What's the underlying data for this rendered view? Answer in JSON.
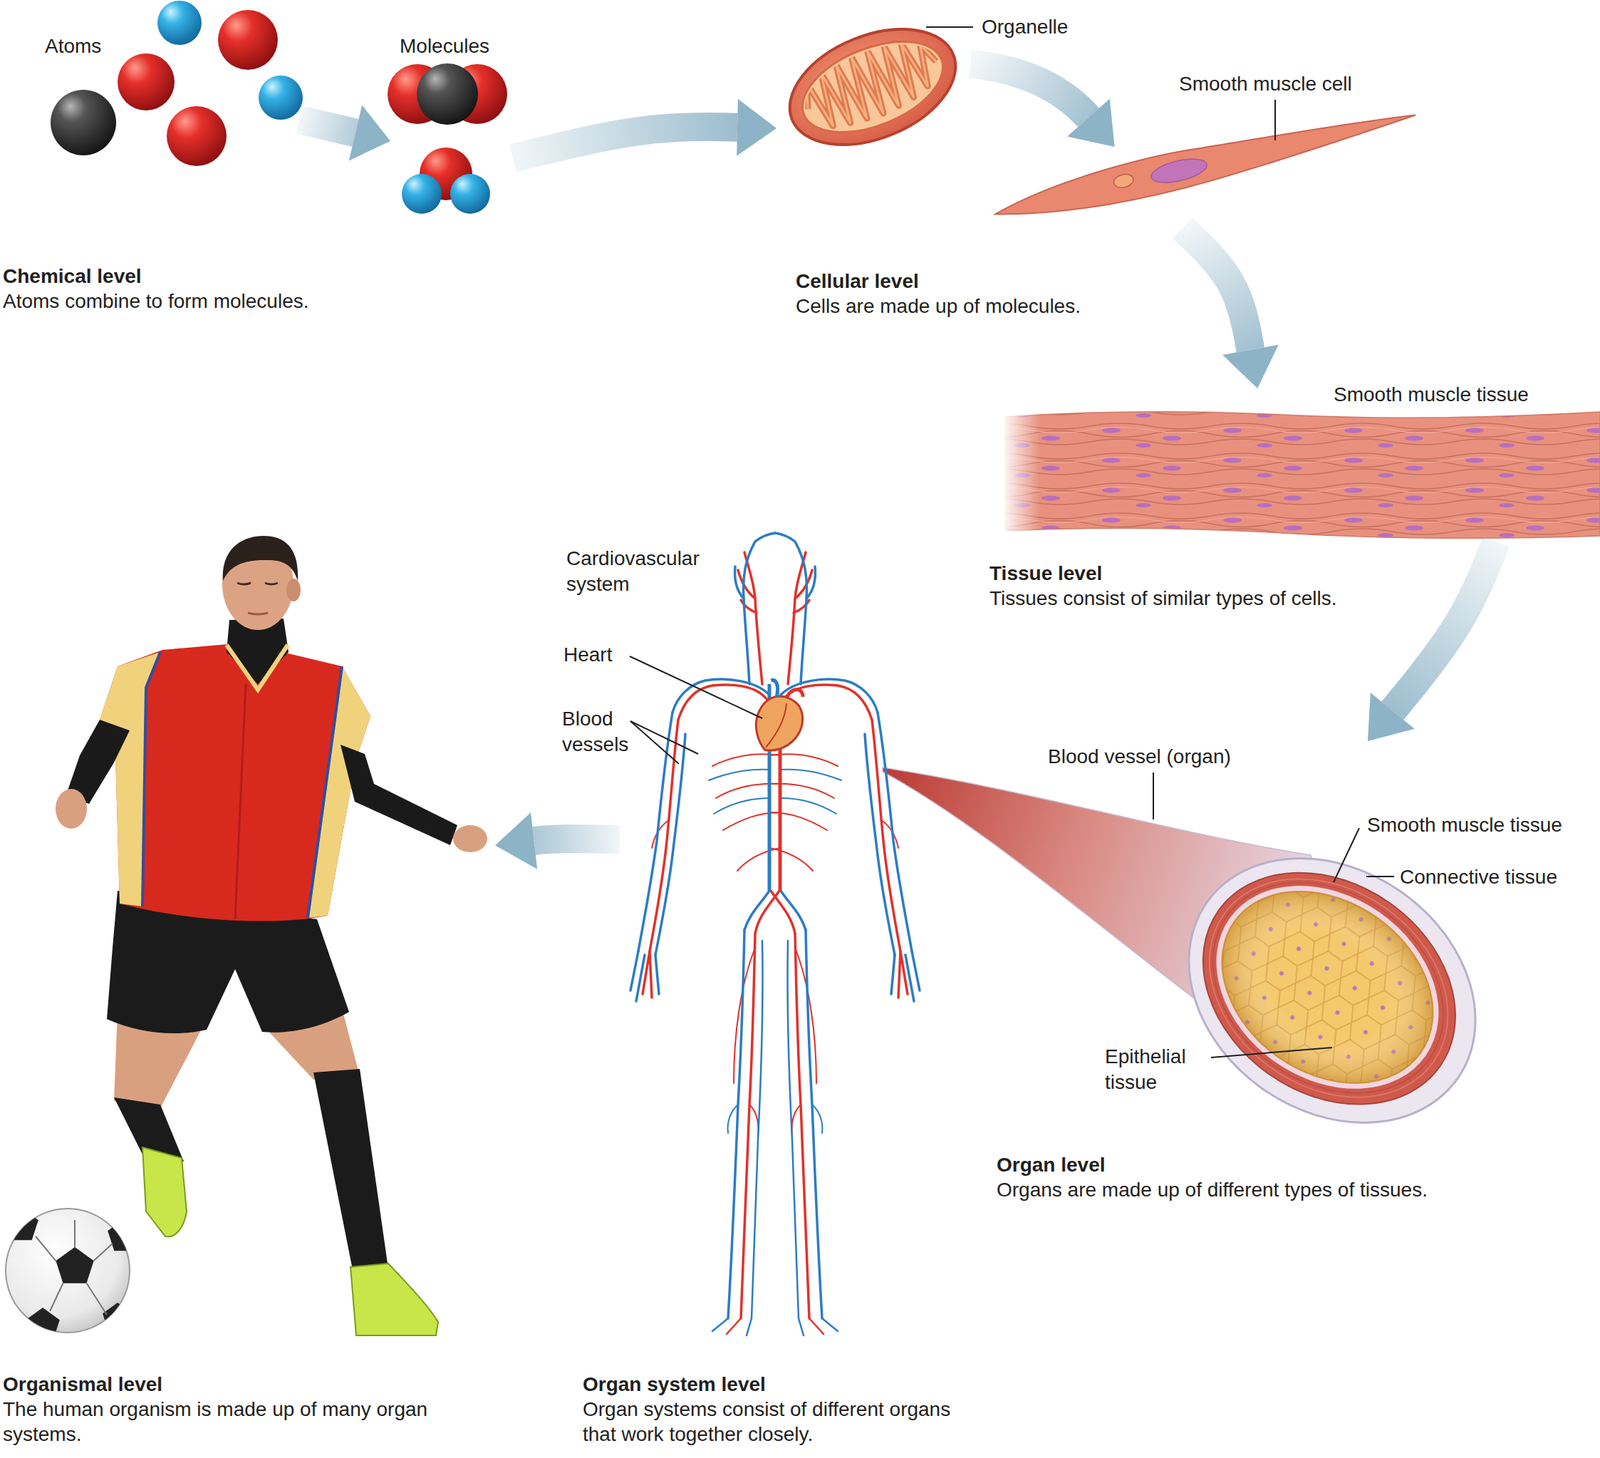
{
  "diagram": {
    "nodes": [
      {
        "text": [
          "Chemical level",
          "Atoms combine to form molecules."
        ]
      },
      {
        "text": [
          "Cellular level",
          "Cells are made up of molecules."
        ]
      },
      {
        "text": [
          "Tissue level",
          "Tissues consist of similar types of cells."
        ]
      },
      {
        "text": [
          "Organ level",
          "Organs are made up of different types of tissues."
        ]
      },
      {
        "text": [
          "Organ system level",
          "Organ systems consist of different organs that work together closely."
        ]
      },
      {
        "text": [
          "Organismal level",
          "The human organism is made up of many organ systems."
        ]
      }
    ],
    "edges": [
      {
        "from": 0,
        "to": 1,
        "arrow": "to"
      },
      {
        "from": 1,
        "to": 2,
        "arrow": "to"
      },
      {
        "from": 2,
        "to": 3,
        "arrow": "to"
      },
      {
        "from": 4,
        "to": 5,
        "arrow": "to"
      }
    ],
    "labels": [
      "Atoms",
      "Molecules",
      "Organelle",
      "Smooth muscle cell",
      "Smooth muscle tissue",
      "Blood vessel (organ)",
      "Smooth muscle tissue",
      "Connective tissue",
      "Epithelial tissue",
      "Cardiovascular system",
      "Heart",
      "Blood vessels"
    ]
  }
}
